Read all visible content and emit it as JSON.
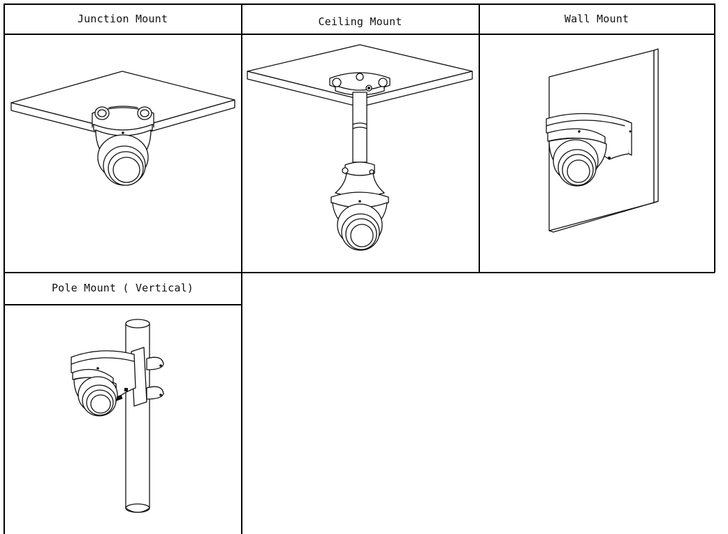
{
  "mounts": [
    {
      "label": "Junction Mount"
    },
    {
      "label": "Ceiling Mount"
    },
    {
      "label": "Wall Mount"
    },
    {
      "label": "Pole Mount ( Vertical)"
    }
  ],
  "icons": {
    "junction": "junction-mount-camera-icon",
    "ceiling": "ceiling-mount-camera-icon",
    "wall": "wall-mount-camera-icon",
    "pole": "pole-mount-camera-icon"
  },
  "colors": {
    "line": "#111111",
    "background": "#ffffff"
  }
}
